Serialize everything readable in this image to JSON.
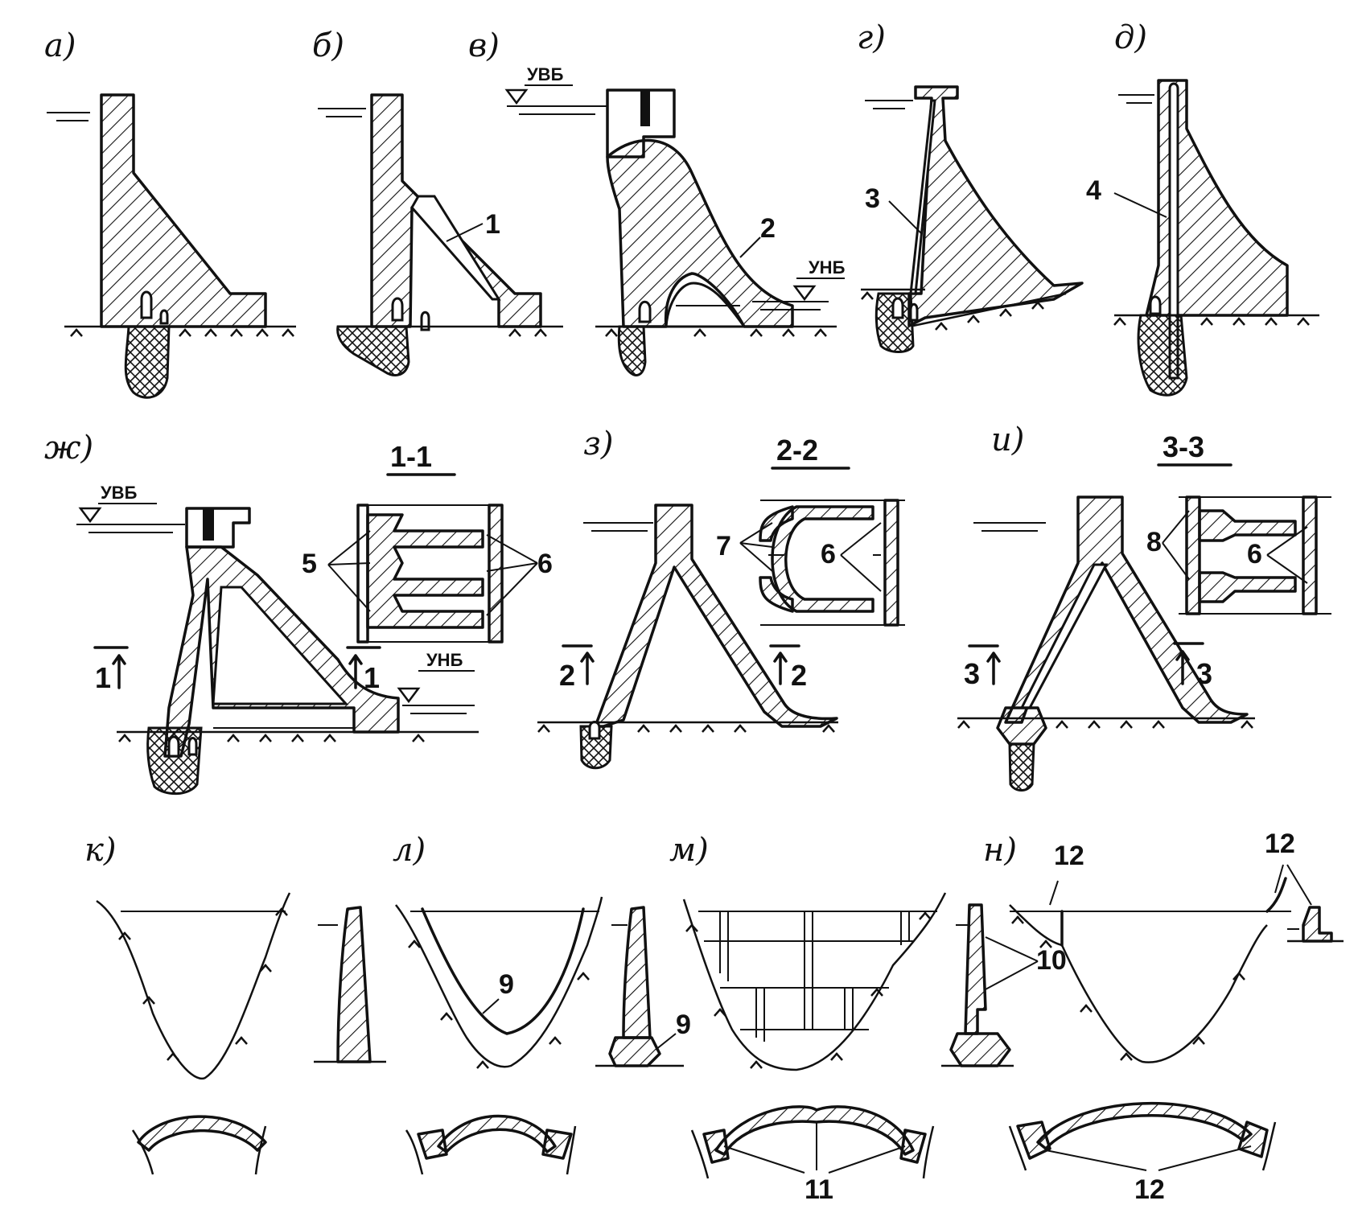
{
  "figure": {
    "panel_labels": {
      "a": "а)",
      "b": "б)",
      "v": "в)",
      "g": "г)",
      "d": "д)",
      "zh": "ж)",
      "z": "з)",
      "i": "и)",
      "k": "к)",
      "l": "л)",
      "m": "м)",
      "n": "н)"
    },
    "water_levels": {
      "upper": "УВБ",
      "lower": "УНБ"
    },
    "sections": {
      "s1": "1-1",
      "s2": "2-2",
      "s3": "3-3"
    },
    "section_marks": {
      "m1": "1",
      "m2": "2",
      "m3": "3"
    },
    "callouts": {
      "c1": "1",
      "c2": "2",
      "c3": "3",
      "c4": "4",
      "c5": "5",
      "c6": "6",
      "c7": "7",
      "c8": "8",
      "c9": "9",
      "c10": "10",
      "c11": "11",
      "c12": "12"
    }
  }
}
